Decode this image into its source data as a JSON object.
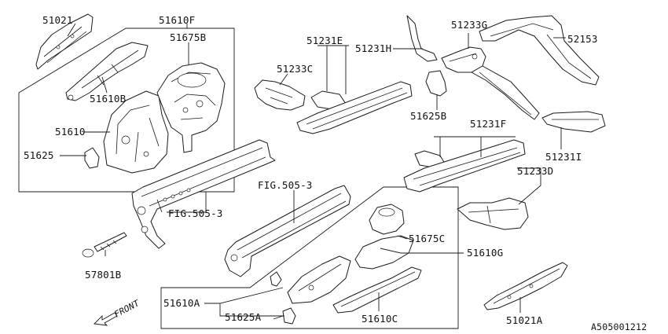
{
  "diagram_id": "A505001212",
  "front_label": "FRONT",
  "labels": {
    "l51021": "51021",
    "l51610F": "51610F",
    "l51675B": "51675B",
    "l51610B": "51610B",
    "l51610": "51610",
    "l51625": "51625",
    "lfig505a": "FIG.505-3",
    "l57801B": "57801B",
    "l51231E": "51231E",
    "l51233C": "51233C",
    "l51231H": "51231H",
    "l51233G": "51233G",
    "l52153": "52153",
    "l51625B": "51625B",
    "l51231F": "51231F",
    "l51231I": "51231I",
    "l51233D": "51233D",
    "lfig505b": "FIG.505-3",
    "l51675C": "51675C",
    "l51610G": "51610G",
    "l51610A": "51610A",
    "l51625A": "51625A",
    "l51610C": "51610C",
    "l51021A": "51021A"
  }
}
